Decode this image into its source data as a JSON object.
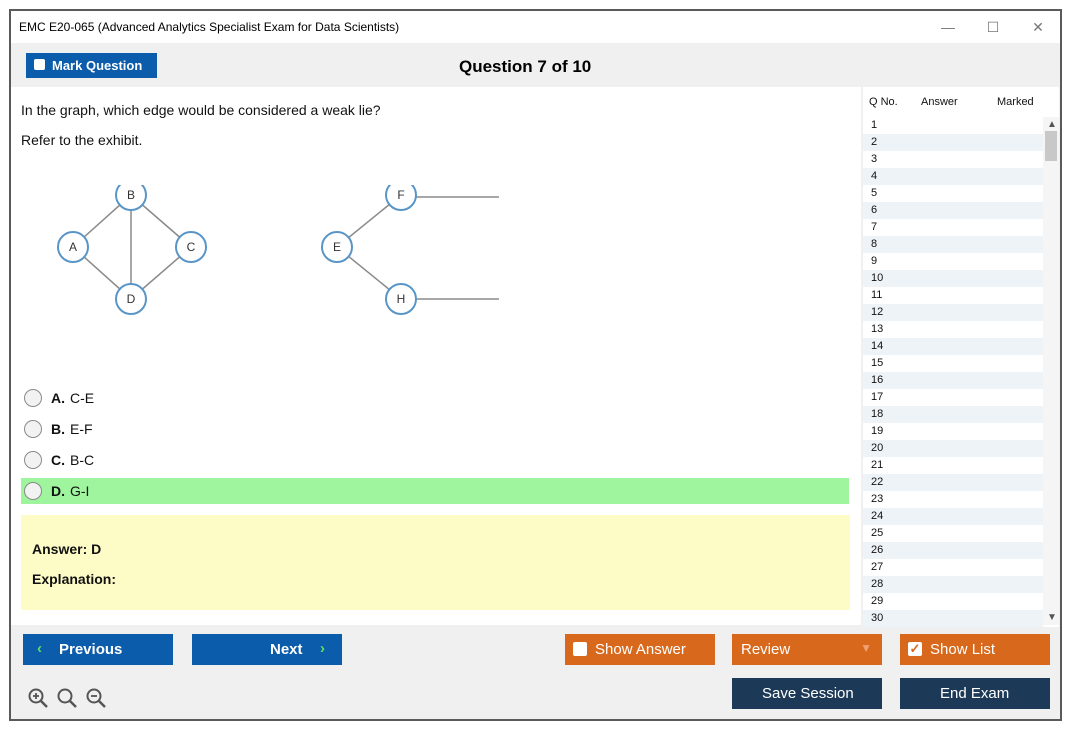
{
  "window": {
    "title": "EMC E20-065 (Advanced Analytics Specialist Exam for Data Scientists)",
    "minimize_glyph": "—",
    "maximize_glyph": "☐",
    "close_glyph": "✕"
  },
  "toolbar": {
    "mark_label": "Mark Question",
    "question_counter": "Question 7 of 10"
  },
  "question": {
    "text": "In the graph, which edge would be considered a weak lie?",
    "reference": "Refer to the exhibit."
  },
  "exhibit": {
    "nodes": [
      "A",
      "B",
      "C",
      "D",
      "E",
      "F",
      "H"
    ]
  },
  "options": [
    {
      "letter": "A.",
      "value": "C-E",
      "correct": false
    },
    {
      "letter": "B.",
      "value": "E-F",
      "correct": false
    },
    {
      "letter": "C.",
      "value": "B-C",
      "correct": false
    },
    {
      "letter": "D.",
      "value": "G-I",
      "correct": true
    }
  ],
  "answer": {
    "answer_line": "Answer: D",
    "explanation_label": "Explanation:"
  },
  "question_list": {
    "col_qno": "Q No.",
    "col_answer": "Answer",
    "col_marked": "Marked",
    "rows": [
      "1",
      "2",
      "3",
      "4",
      "5",
      "6",
      "7",
      "8",
      "9",
      "10",
      "11",
      "12",
      "13",
      "14",
      "15",
      "16",
      "17",
      "18",
      "19",
      "20",
      "21",
      "22",
      "23",
      "24",
      "25",
      "26",
      "27",
      "28",
      "29",
      "30"
    ]
  },
  "buttons": {
    "previous": "Previous",
    "next": "Next",
    "show_answer": "Show Answer",
    "review": "Review",
    "show_list": "Show List",
    "save_session": "Save Session",
    "end_exam": "End Exam"
  },
  "icons": {
    "zoom_in": "zoom-in-icon",
    "zoom_reset": "zoom-reset-icon",
    "zoom_out": "zoom-out-icon"
  },
  "colors": {
    "primary_blue": "#0b5cab",
    "orange": "#d8681c",
    "dark_navy": "#1c3a57",
    "correct_green": "#9ef59e",
    "answer_yellow": "#fdfbc6"
  }
}
